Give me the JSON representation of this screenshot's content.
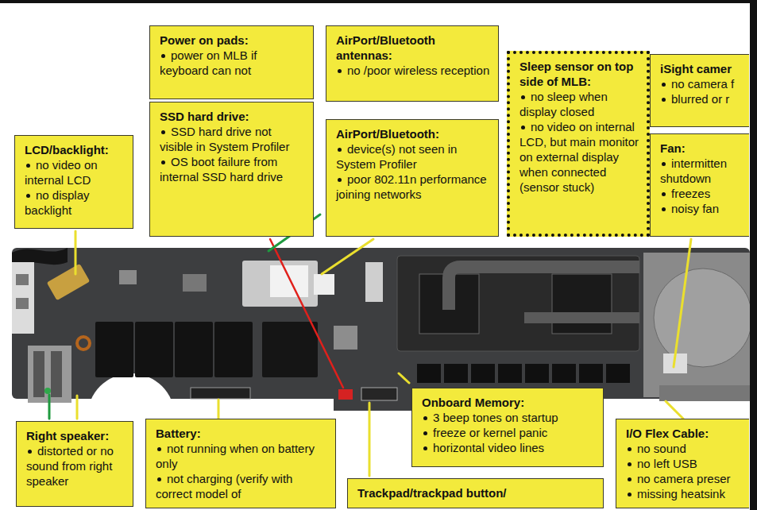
{
  "diagram": {
    "nodes": [
      {
        "text": [
          "Power on pads:",
          "power on MLB if keyboard can not"
        ]
      },
      {
        "text": [
          "AirPort/Bluetooth antennas:",
          "no /poor wireless reception"
        ]
      },
      {
        "text": [
          "Sleep sensor on top side of MLB:",
          "no sleep when display closed",
          "no video on internal LCD, but main monitor on external display when connected (sensor stuck)"
        ]
      },
      {
        "text": [
          "iSight camer",
          "no camera f",
          "blurred or r"
        ]
      },
      {
        "text": [
          "SSD hard drive:",
          "SSD hard drive not visible in System Profiler",
          "OS boot failure from internal SSD hard drive"
        ]
      },
      {
        "text": [
          "AirPort/Bluetooth:",
          "device(s) not seen in System Profiler",
          "poor 802.11n performance joining networks"
        ]
      },
      {
        "text": [
          "Fan:",
          "intermitten shutdown",
          "freezes",
          "noisy fan"
        ]
      },
      {
        "text": [
          "LCD/backlight:",
          "no video on internal LCD",
          "no display backlight"
        ]
      },
      {
        "text": [
          "Onboard Memory:",
          "3 beep tones on startup",
          "freeze or kernel panic",
          "horizontal video lines"
        ]
      },
      {
        "text": [
          "Right speaker:",
          "distorted or no sound from right speaker"
        ]
      },
      {
        "text": [
          "Battery:",
          "not running when on battery only",
          "not charging (verify with correct model of"
        ]
      },
      {
        "text": [
          "Trackpad/trackpad button/"
        ]
      },
      {
        "text": [
          "I/O Flex Cable:",
          "no sound",
          "no left USB",
          "no camera preser",
          "missing heatsink"
        ]
      }
    ]
  }
}
